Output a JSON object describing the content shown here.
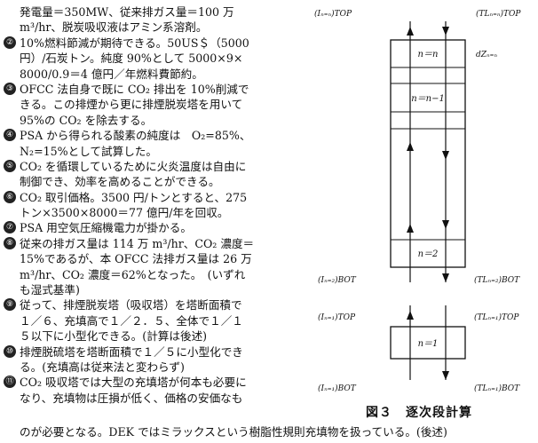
{
  "text": {
    "l1": "発電量＝350MW、従来排ガス量＝100 万",
    "l2": "m³/hr、脱炭吸収液はアミン系溶剤。",
    "i2_num": "②",
    "i2_l1": "10%燃料節減が期待できる。50US＄（5000",
    "i2_l2": "円）/石炭トン。純度 90%として 5000×9×",
    "i2_l3": "8000/0.9＝4 億円／年燃料費節約。",
    "i3_num": "③",
    "i3_l1": "OFCC 法自身で既に CO₂ 排出を 10%削減で",
    "i3_l2": "きる。この排煙から更に排煙脱炭塔を用いて",
    "i3_l3": "95%の CO₂ を除去する。",
    "i4_num": "④",
    "i4_l1": "PSA から得られる酸素の純度は　O₂=85%、",
    "i4_l2": "N₂=15%として試算した。",
    "i5_num": "⑤",
    "i5_l1": "CO₂ を循環しているために火炎温度は自由に",
    "i5_l2": "制御でき、効率を高めることができる。",
    "i6_num": "⑥",
    "i6_l1": "CO₂ 取引価格。3500 円/トンとすると、275",
    "i6_l2": "トン×3500×8000＝77 億円/年を回収。",
    "i7_num": "⑦",
    "i7_l1": "PSA 用空気圧縮機電力が掛かる。",
    "i8_num": "⑧",
    "i8_l1": "従来の排ガス量は 114 万 m³/hr、CO₂ 濃度＝",
    "i8_l2": "15%であるが、本 OFCC 法排ガス量は 26 万",
    "i8_l3": "m³/hr、CO₂ 濃度＝62%となった。　(いずれ",
    "i8_l4": "も湿式基準)",
    "i9_num": "⑨",
    "i9_l1": "従って、排煙脱炭塔（吸収塔）を塔断面積で",
    "i9_l2": "１／６、充填高で１／２．５、全体で１／１",
    "i9_l3": "５以下に小型化できる。(計算は後述)",
    "i10_num": "⑩",
    "i10_l1": "排煙脱硫塔を塔断面積で１／５に小型化でき",
    "i10_l2": "る。(充填高は従来法と変わらず)",
    "i11_num": "⑪",
    "i11_l1": "CO₂ 吸収塔では大型の充填塔が何本も必要に",
    "i11_l2": "なり、充填物は圧損が低く、価格の安価なも",
    "i11_l3": "のが必要となる。DEK ではミラックスという樹脂性規則充填物を扱っている。(後述)"
  },
  "diagram": {
    "top_in": "(Iₙ₌ₙ)TOP",
    "top_out": "(TLₙ₌ₙ)TOP",
    "stage_n": "n＝n",
    "stage_n1": "n＝n−1",
    "dz": "dZₙ₌ₙ",
    "stage_2": "n＝2",
    "bot2_in": "(Iₙ₌₂)BOT",
    "bot2_out": "(TLₙ₌₂)BOT",
    "top1_in": "(Iₙ₌₁)TOP",
    "top1_out": "(TLₙ₌₁)TOP",
    "stage_1": "n＝1",
    "bot1_in": "(Iₙ₌₁)BOT",
    "bot1_out": "(TLₙ₌₁)BOT"
  },
  "caption": "図３　逐次段計算"
}
